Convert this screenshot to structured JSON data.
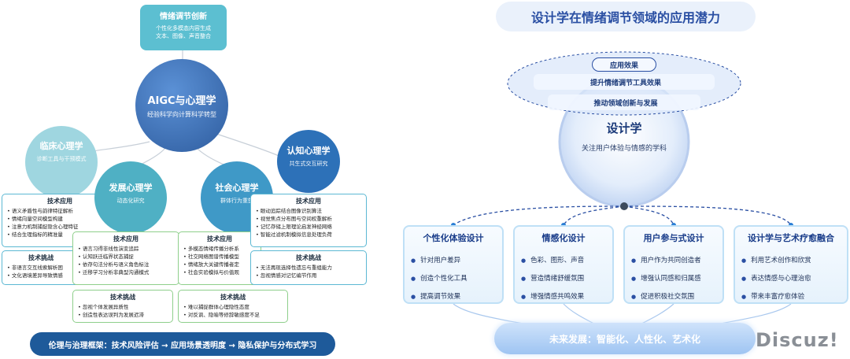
{
  "left": {
    "top_box": {
      "title": "情绪调节创新",
      "lines": [
        "个性化多模态内容生成",
        "文本、图像、声音整合"
      ]
    },
    "main": {
      "title": "AIGC与心理学",
      "subtitle": "经验科学向计算科学转型"
    },
    "clinical": {
      "title": "临床心理学",
      "subtitle": "诊断工具与干预模式"
    },
    "development": {
      "title": "发展心理学",
      "subtitle": "动态化研究"
    },
    "social": {
      "title": "社会心理学",
      "subtitle": "群体行为重塑"
    },
    "cognitive": {
      "title": "认知心理学",
      "subtitle": "共生式交互研究"
    },
    "cards": {
      "clin_app": {
        "heading": "技术应用",
        "items": [
          "语义矛盾性与韵律特征解析",
          "情绪向量空间模型构建",
          "注意力机制捕捉隐含心理特征",
          "结合生理指标的精准量"
        ]
      },
      "clin_chal": {
        "heading": "技术挑战",
        "items": [
          "非语言交互线索解析困",
          "文化语境差异导致情感"
        ]
      },
      "dev_app": {
        "heading": "技术应用",
        "items": [
          "语言习得非线性演变追踪",
          "认知跃迁临界状态捕捉",
          "依存句法分析与语义角色标注",
          "迁移学习分析非典型沟通模式"
        ]
      },
      "dev_chal": {
        "heading": "技术挑战",
        "items": [
          "忽视个体发展异质性",
          "创造性表达误判为发展迟滞"
        ]
      },
      "soc_app": {
        "heading": "技术应用",
        "items": [
          "多模态情绪传播分析系",
          "社交网络图谱传播模型",
          "情绪放大关键传播者定",
          "社会实验模拟与价值观"
        ]
      },
      "soc_chal": {
        "heading": "技术挑战",
        "items": [
          "难以捕捉群体心理隐性态度",
          "对反讽、隐喻等修辞敏感度不足"
        ]
      },
      "cog_app": {
        "heading": "技术应用",
        "items": [
          "眼动追踪结合图像识别算法",
          "视觉焦点分布图与空间权重解析",
          "记忆存储上限理论启发神经网络",
          "智能过滤机制模拟信息处理负荷"
        ]
      },
      "cog_chal": {
        "heading": "技术挑战",
        "items": [
          "无法再现选择性遗忘与重组能力",
          "忽视情感对记忆编节作用"
        ]
      }
    },
    "bottom_bar": "伦理与治理框架：技术风险评估 → 应用场景透明度 → 隐私保护与分布式学习"
  },
  "right": {
    "title": "设计学在情绪调节领域的应用潜力",
    "effect": {
      "label": "应用效果",
      "lines": [
        "提升情绪调节工具效果",
        "推动领域创新与发展"
      ]
    },
    "design": {
      "title": "设计学",
      "subtitle": "关注用户体验与情感的学科"
    },
    "features": [
      {
        "heading": "个性化体验设计",
        "items": [
          "针对用户差异",
          "创造个性化工具",
          "提高调节效果"
        ]
      },
      {
        "heading": "情感化设计",
        "items": [
          "色彩、图形、声音",
          "营造情绪舒缓氛围",
          "增强情感共鸣效果"
        ]
      },
      {
        "heading": "用户参与式设计",
        "items": [
          "用户作为共同创造者",
          "增强认同感和归属感",
          "促进积极社交氛围"
        ]
      },
      {
        "heading": "设计学与艺术疗愈融合",
        "items": [
          "利用艺术创作和欣赏",
          "表达情感与心理治愈",
          "带来丰富疗愈体验"
        ]
      }
    ],
    "future": "未来发展：智能化、人性化、艺术化"
  },
  "watermark": "Discuz!",
  "colors": {
    "accent": "#2a4fa3",
    "teal": "#5cbfd1",
    "navy": "#1e5a9a"
  }
}
